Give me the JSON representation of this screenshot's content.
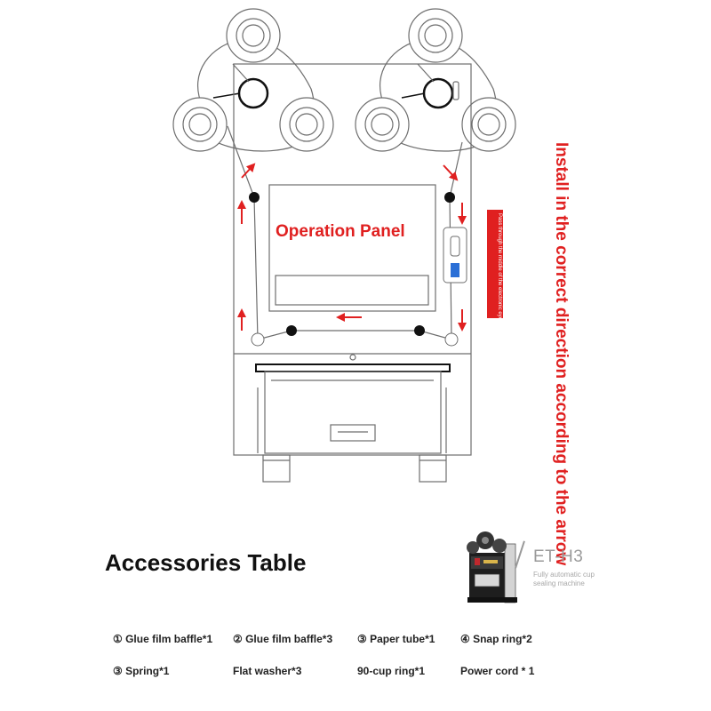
{
  "diagram": {
    "panel_label": "Operation Panel",
    "install_note": "Install in the correct direction according to the arrow",
    "tag_note": "Pass through the middle of the electronic eye",
    "colors": {
      "arrow": "#e02020",
      "line": "#6e6e6e",
      "eye": "#2a6fd6"
    }
  },
  "accessories": {
    "title": "Accessories Table",
    "brand": {
      "model": "ET-H3",
      "subtitle": "Fully automatic cup sealing machine"
    },
    "items": [
      "① Glue film baffle*1",
      "② Glue film baffle*3",
      "③ Paper tube*1",
      "④ Snap ring*2",
      "③ Spring*1",
      "Flat washer*3",
      "90-cup ring*1",
      "Power cord * 1"
    ]
  }
}
